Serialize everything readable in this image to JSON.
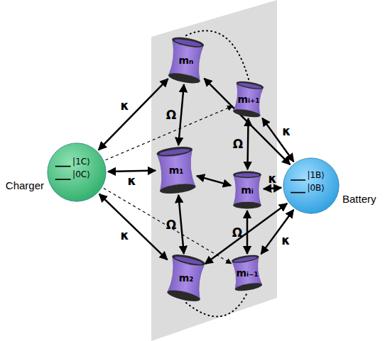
{
  "diagram": {
    "nodes": [
      {
        "text": [
          "Charger",
          "|1C⟩",
          "|0C⟩"
        ]
      },
      {
        "text": [
          "mₙ"
        ]
      },
      {
        "text": [
          "m₁"
        ]
      },
      {
        "text": [
          "m₂"
        ]
      },
      {
        "text": [
          "mᵢ₊₁"
        ]
      },
      {
        "text": [
          "mᵢ"
        ]
      },
      {
        "text": [
          "mᵢ₋₁"
        ]
      },
      {
        "text": [
          "Battery",
          "|1B⟩",
          "|0B⟩"
        ]
      }
    ],
    "edges": [
      {
        "from": 0,
        "to": 1,
        "label": "κ",
        "arrow": "both"
      },
      {
        "from": 0,
        "to": 2,
        "label": "κ",
        "arrow": "both"
      },
      {
        "from": 0,
        "to": 3,
        "label": "κ",
        "arrow": "both"
      },
      {
        "from": 0,
        "to": 4,
        "arrow": "to"
      },
      {
        "from": 0,
        "to": 6,
        "arrow": "to"
      },
      {
        "from": 1,
        "to": 2,
        "label": "Ω",
        "arrow": "both"
      },
      {
        "from": 2,
        "to": 3,
        "label": "Ω",
        "arrow": "both"
      },
      {
        "from": 4,
        "to": 5,
        "label": "Ω",
        "arrow": "both"
      },
      {
        "from": 5,
        "to": 6,
        "label": "Ω",
        "arrow": "both"
      },
      {
        "from": 2,
        "to": 5,
        "arrow": "both"
      },
      {
        "from": 7,
        "to": 4,
        "label": "κ",
        "arrow": "both"
      },
      {
        "from": 7,
        "to": 5,
        "label": "κ",
        "arrow": "both"
      },
      {
        "from": 7,
        "to": 6,
        "label": "κ",
        "arrow": "both"
      },
      {
        "from": 7,
        "to": 1,
        "arrow": "both"
      },
      {
        "from": 7,
        "to": 3,
        "arrow": "both"
      },
      {
        "from": 1,
        "to": 4,
        "arrow": "none"
      },
      {
        "from": 3,
        "to": 6,
        "arrow": "none"
      }
    ]
  }
}
